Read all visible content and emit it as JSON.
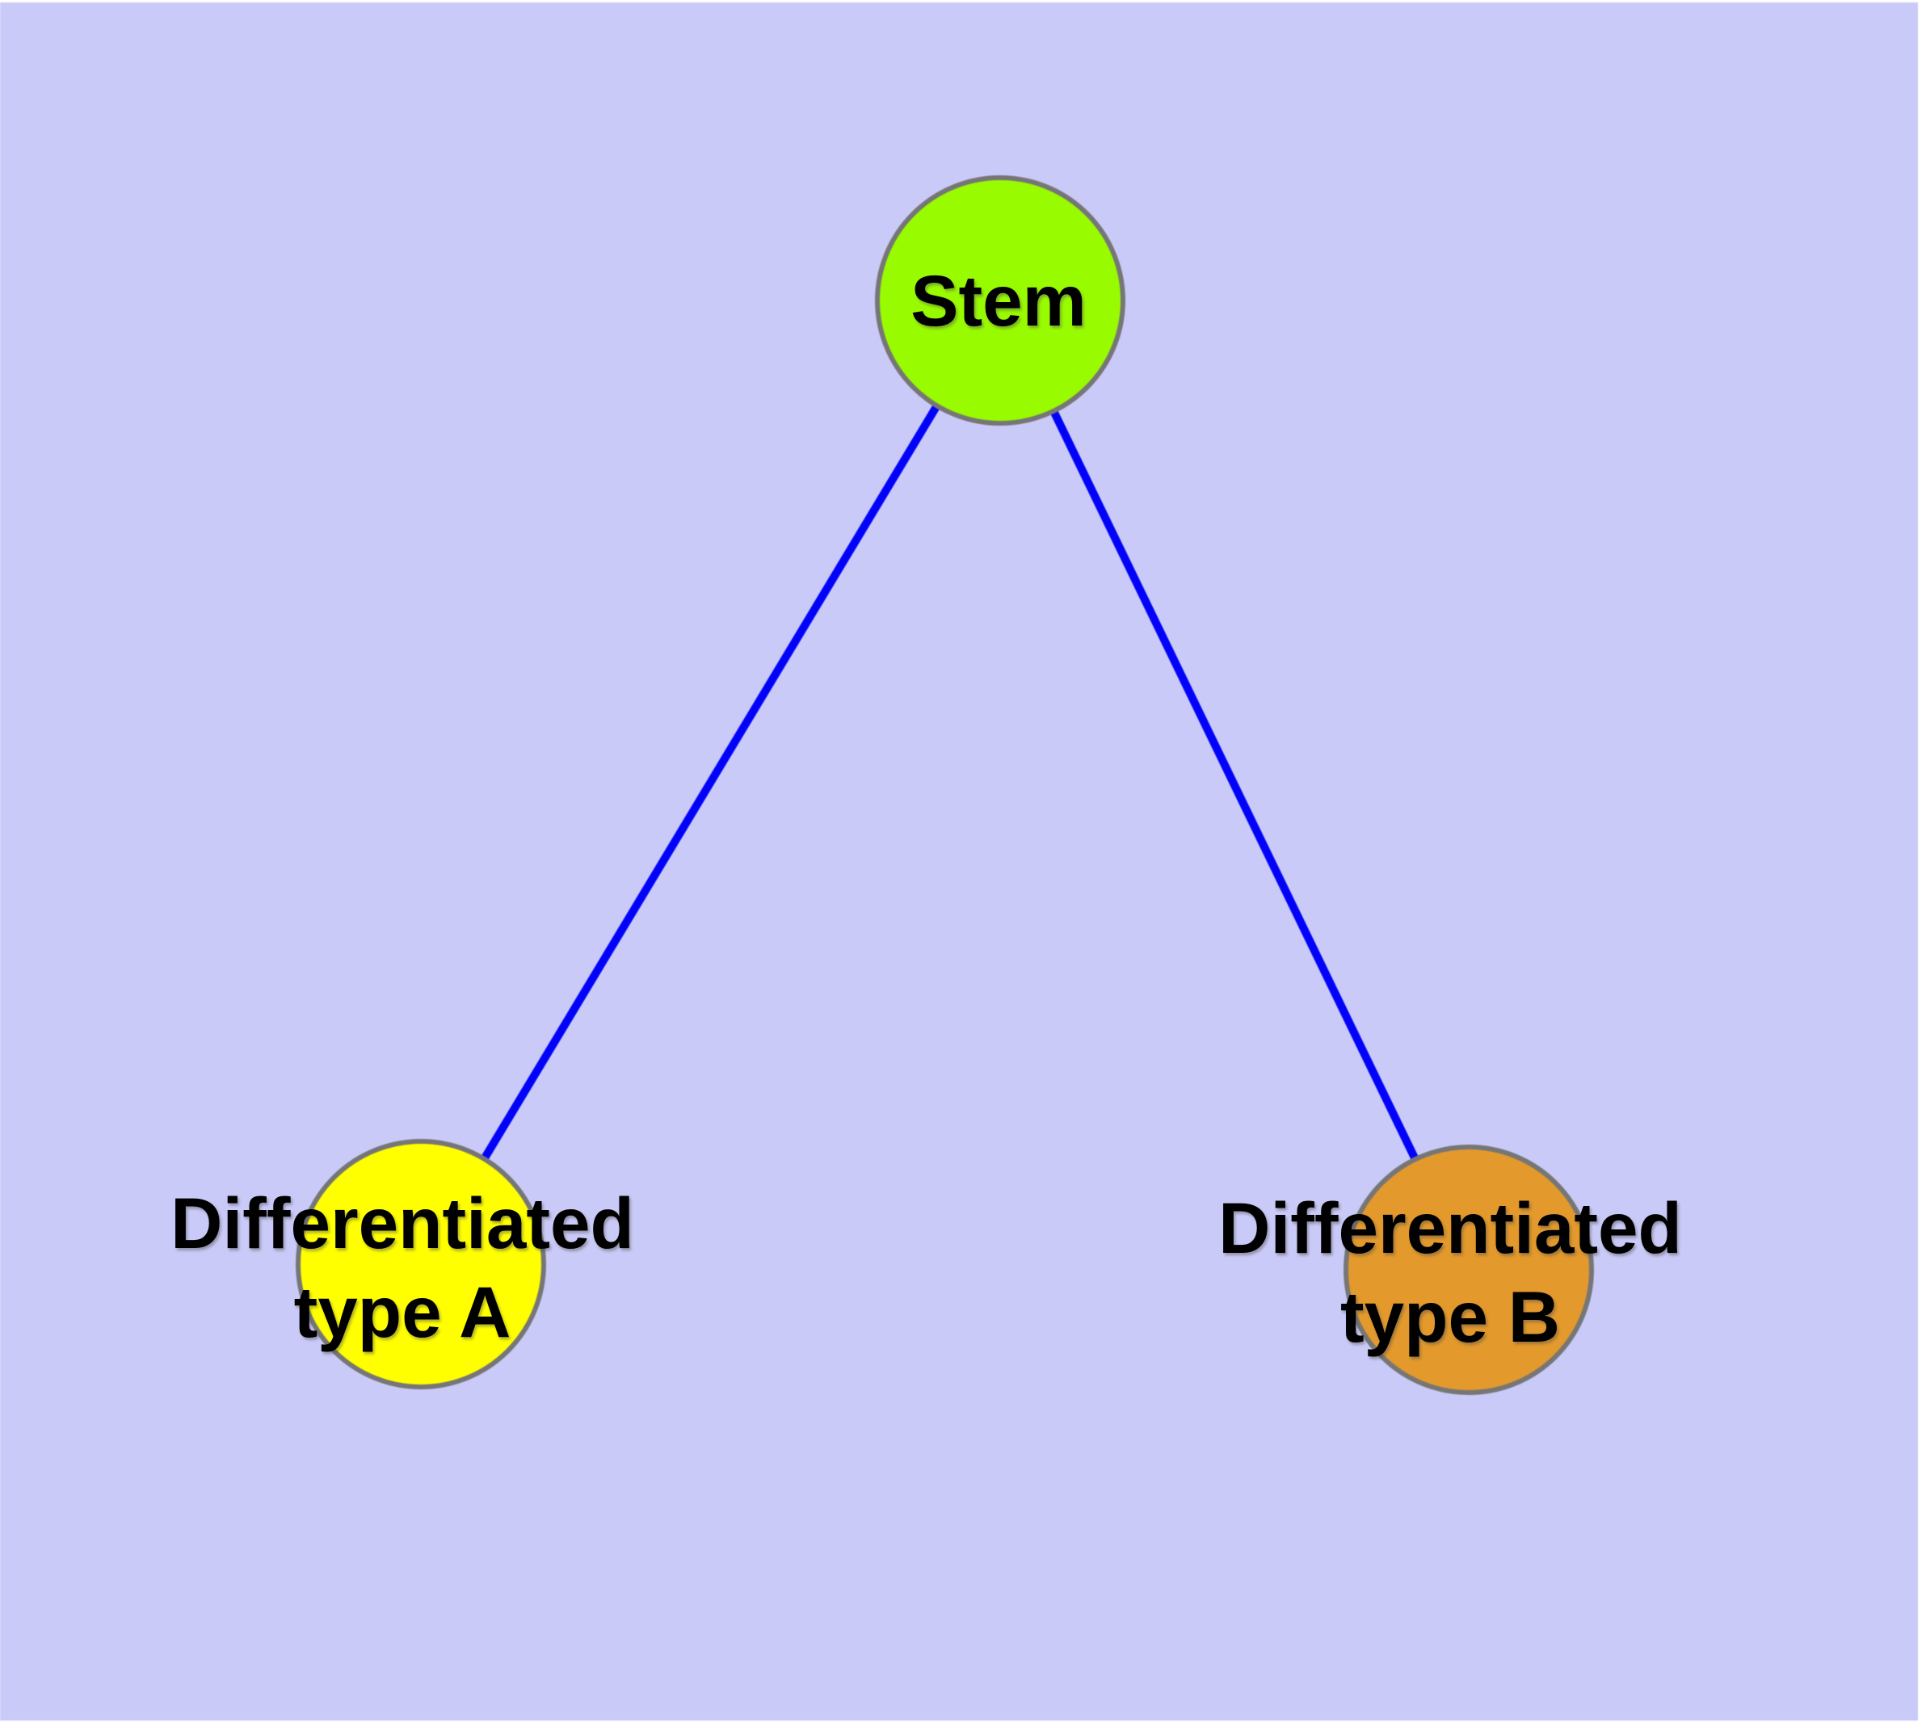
{
  "diagram": {
    "page_margin_color": "#FFFFFF",
    "background_color": "#CACAF8",
    "edge_color": "#0202FA",
    "node_border_color": "#767676",
    "label_color": "#000000",
    "nodes": [
      {
        "id": "stem",
        "label": "Stem",
        "fill": "#99FB00"
      },
      {
        "id": "differentiated-type-a",
        "label": "Differentiated\ntype A",
        "fill": "#FFFF00"
      },
      {
        "id": "differentiated-type-b",
        "label": "Differentiated\ntype B",
        "fill": "#E3992B"
      }
    ],
    "edges": [
      {
        "from": "stem",
        "to": "differentiated-type-a"
      },
      {
        "from": "stem",
        "to": "differentiated-type-b"
      }
    ]
  }
}
